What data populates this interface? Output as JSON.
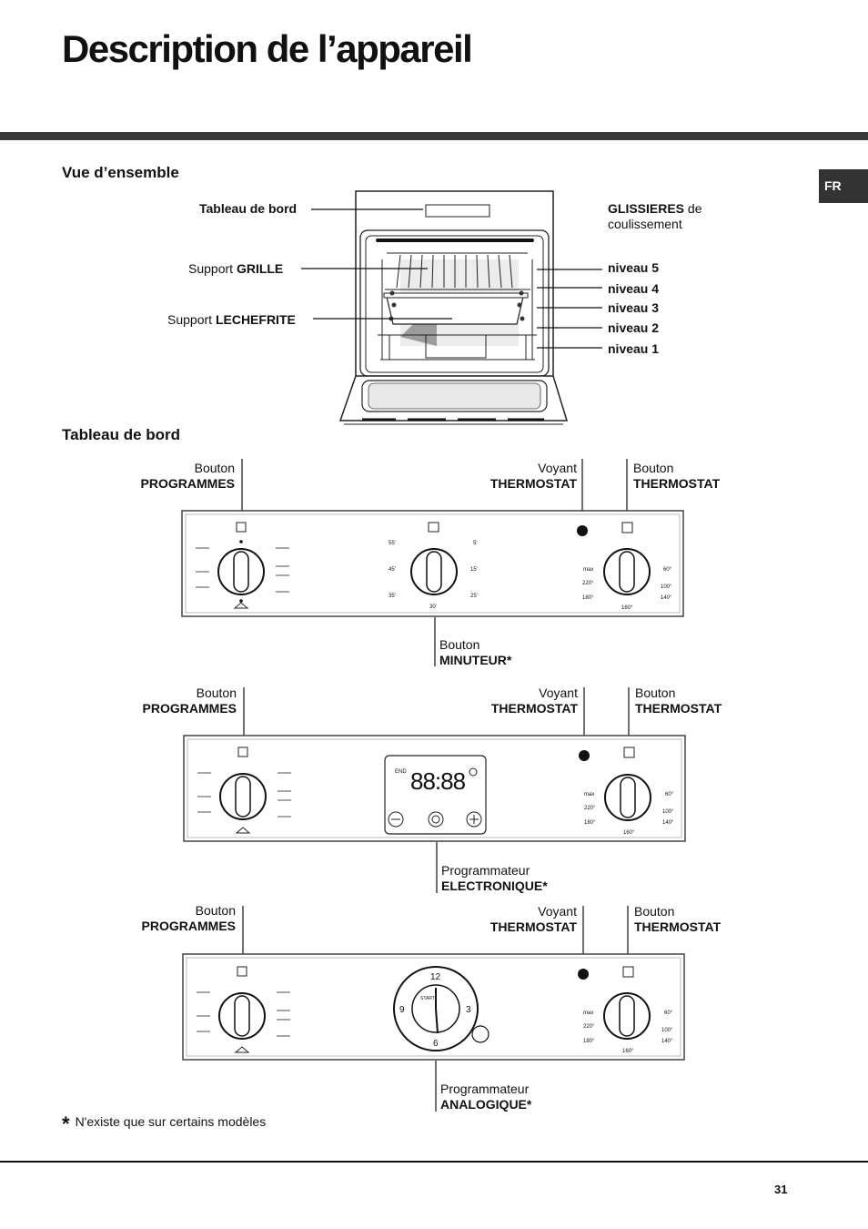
{
  "page": {
    "title": "Description de l’appareil",
    "lang_tab": "FR",
    "page_number": "31"
  },
  "overview": {
    "heading": "Vue d’ensemble",
    "tableau_de_bord": "Tableau de bord",
    "support": "Support",
    "grille": "GRILLE",
    "lechefrite": "LECHEFRITE",
    "glissieres": "GLISSIERES",
    "glissieres_suffix": "de",
    "coulissement": "coulissement",
    "levels": [
      "niveau 5",
      "niveau 4",
      "niveau 3",
      "niveau 2",
      "niveau 1"
    ]
  },
  "dashboard": {
    "heading": "Tableau de bord",
    "bouton": "Bouton",
    "programmes": "PROGRAMMES",
    "voyant": "Voyant",
    "thermostat": "THERMOSTAT",
    "minuteur": "MINUTEUR*",
    "programmateur": "Programmateur",
    "electronique": "ELECTRONIQUE*",
    "analogique": "ANALOGIQUE*",
    "display_digits": "88:88",
    "end_label": "END",
    "timer_marks": [
      "55'",
      "5'",
      "45'",
      "15'",
      "35'",
      "25'",
      "30'"
    ],
    "thermo_marks": [
      "max",
      "60°",
      "220°",
      "100°",
      "180°",
      "140°",
      "160°"
    ],
    "clock_numbers": [
      "12",
      "3",
      "6",
      "9"
    ],
    "start_label": "START"
  },
  "footnote": {
    "star": "*",
    "text": "N'existe que sur certains modèles"
  }
}
